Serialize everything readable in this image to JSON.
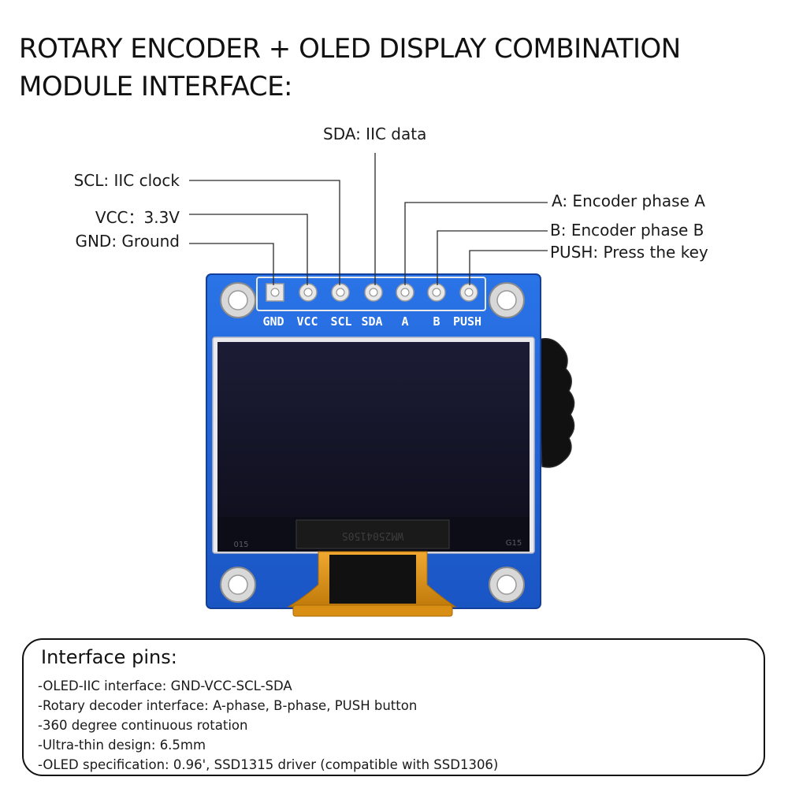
{
  "title": {
    "line1": "ROTARY ENCODER + OLED DISPLAY COMBINATION",
    "line2": "MODULE INTERFACE:"
  },
  "callouts": {
    "sda": "SDA: IIC data",
    "scl": "SCL: IIC clock",
    "vcc": "VCC：3.3V",
    "gnd": "GND: Ground",
    "a": "A: Encoder phase A",
    "b": "B: Encoder phase B",
    "push": "PUSH: Press the key"
  },
  "board": {
    "pin_labels": [
      "GND",
      "VCC",
      "SCL",
      "SDA",
      "A",
      "B",
      "PUSH"
    ],
    "screen_code": "WM2504150S",
    "corner_left": "015",
    "corner_right": "G15",
    "colors": {
      "pcb": "#1f63d6",
      "screen": "#15152a",
      "flex_cable": "#d9900f",
      "pads": "#e8e8e8"
    }
  },
  "interface": {
    "title": "Interface pins:",
    "items": [
      "-OLED-IIC interface: GND-VCC-SCL-SDA",
      "-Rotary decoder interface: A-phase, B-phase, PUSH button",
      "-360 degree continuous rotation",
      "-Ultra-thin design: 6.5mm",
      "-OLED specification: 0.96', SSD1315 driver (compatible with SSD1306)"
    ]
  }
}
